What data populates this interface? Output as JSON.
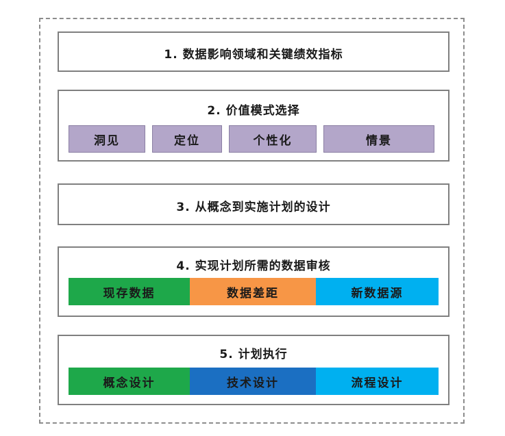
{
  "steps": [
    {
      "title": "1.  数据影响领域和关键绩效指标"
    },
    {
      "title": "2.  价值模式选择",
      "cells": [
        {
          "label": "洞见",
          "color": "#b3a6c9"
        },
        {
          "label": "定位",
          "color": "#b3a6c9"
        },
        {
          "label": "个性化",
          "color": "#b3a6c9"
        },
        {
          "label": "情景",
          "color": "#b3a6c9"
        }
      ]
    },
    {
      "title": "3.  从概念到实施计划的设计"
    },
    {
      "title": "4.  实现计划所需的数据审核",
      "cells": [
        {
          "label": "现存数据",
          "color": "#1ea84a"
        },
        {
          "label": "数据差距",
          "color": "#f79646"
        },
        {
          "label": "新数据源",
          "color": "#00b0f0"
        }
      ]
    },
    {
      "title": "5.  计划执行",
      "cells": [
        {
          "label": "概念设计",
          "color": "#1ea84a"
        },
        {
          "label": "技术设计",
          "color": "#1b6fc2"
        },
        {
          "label": "流程设计",
          "color": "#00b0f0"
        }
      ]
    }
  ]
}
